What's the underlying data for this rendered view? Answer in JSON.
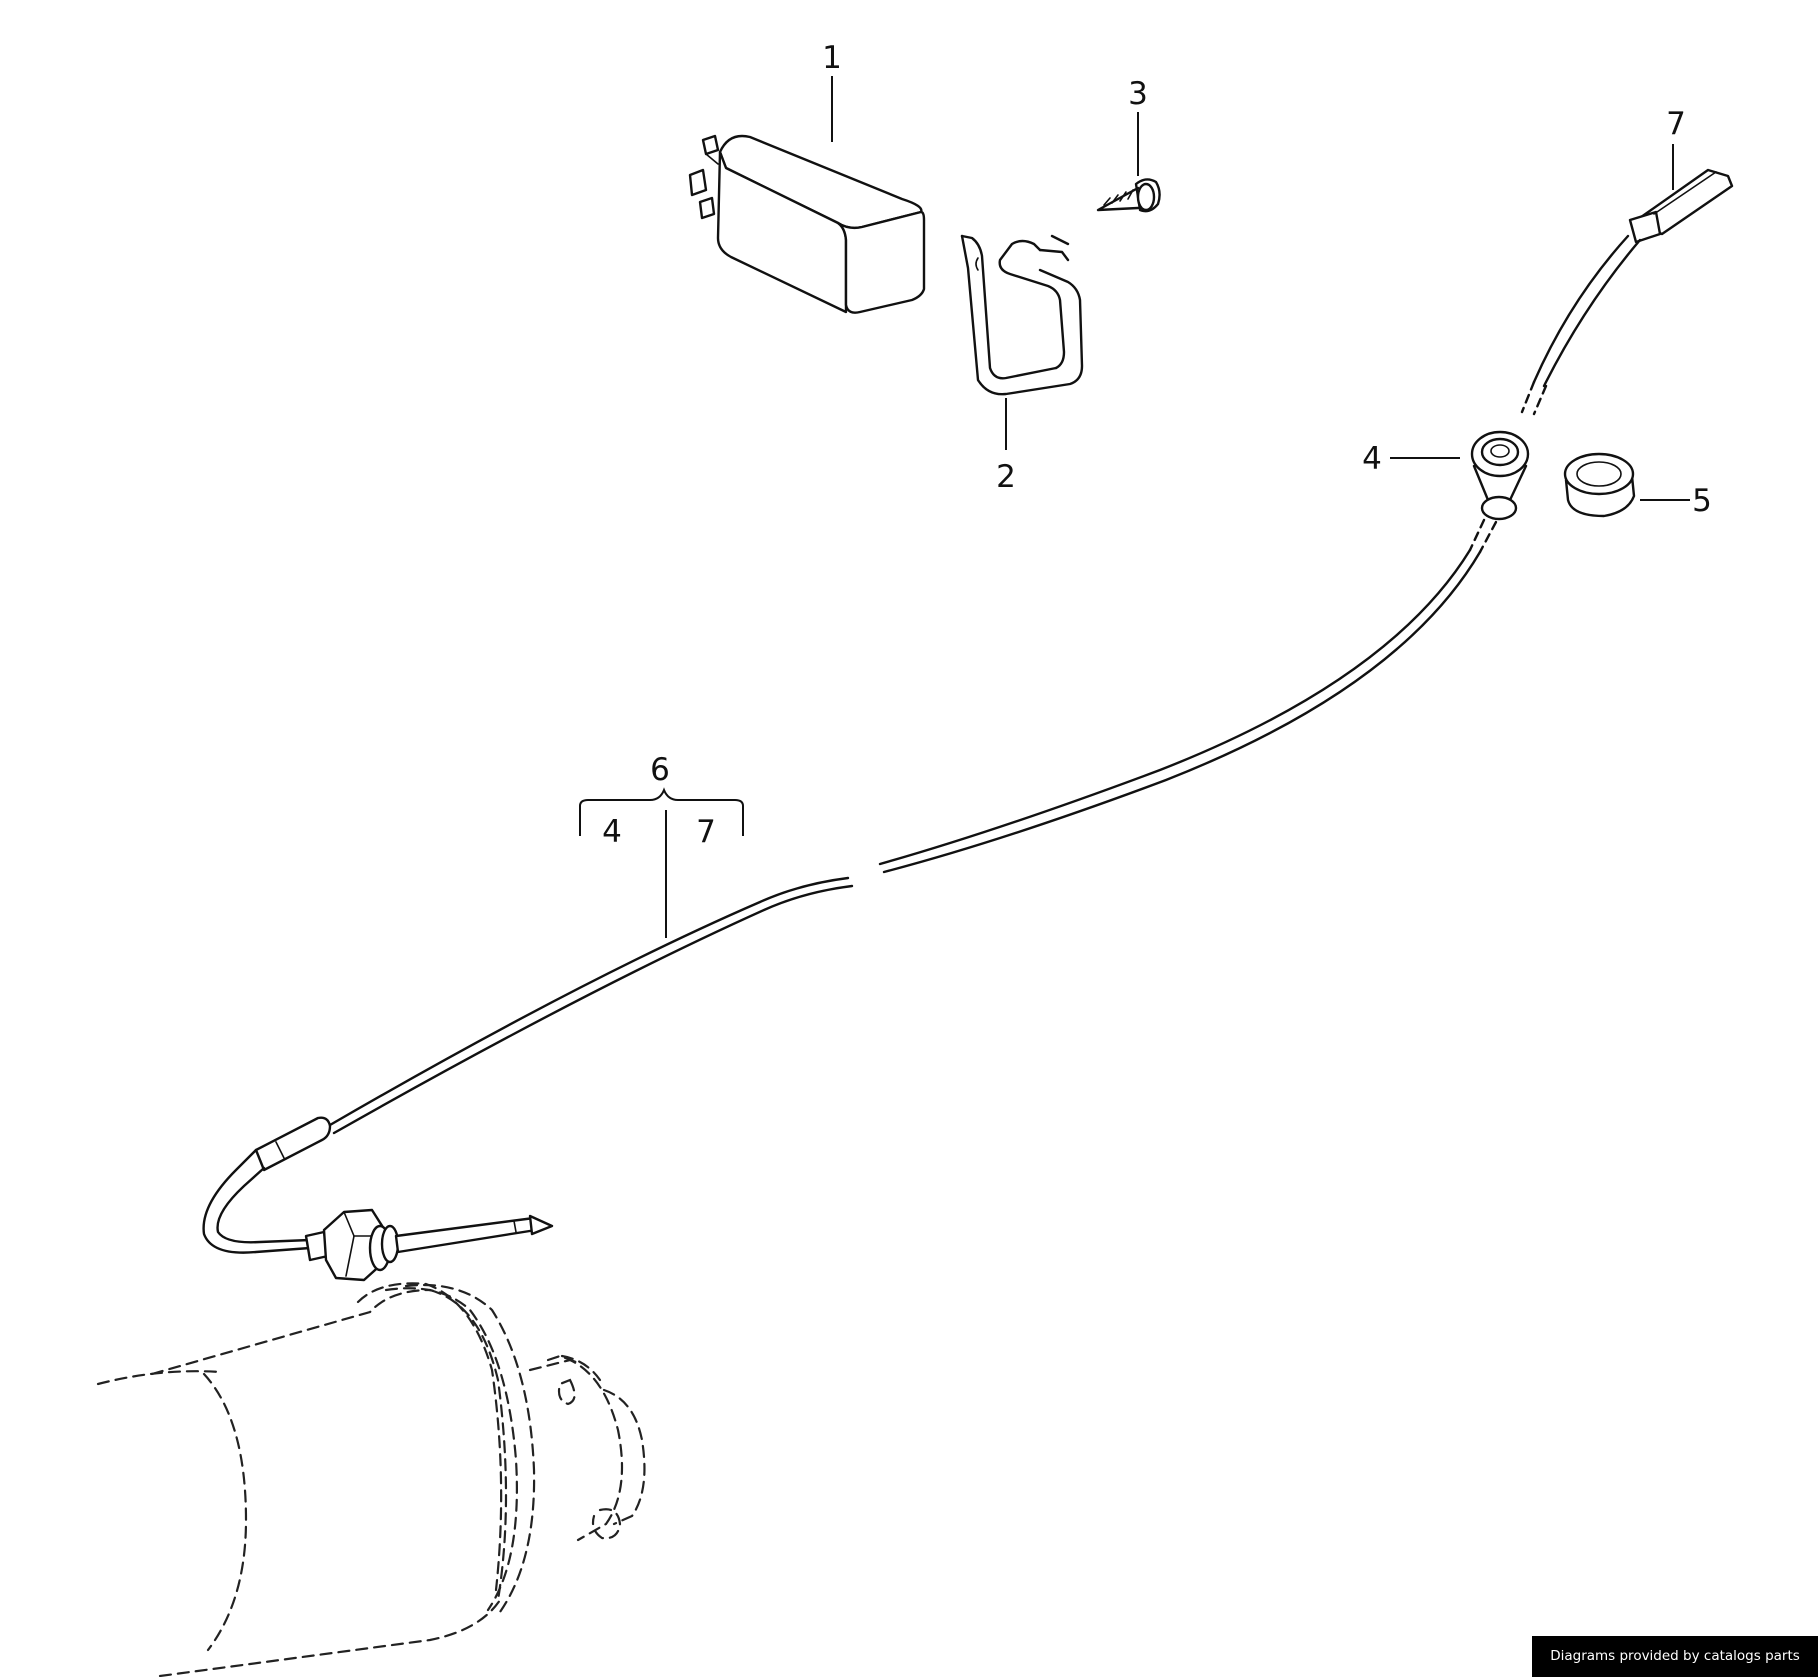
{
  "callouts": {
    "part1": "1",
    "part2": "2",
    "part3": "3",
    "part4": "4",
    "part5": "5",
    "part6": "6",
    "part7": "7",
    "group_part4": "4",
    "group_part7": "7"
  },
  "credit": "Diagrams provided by catalogs parts"
}
